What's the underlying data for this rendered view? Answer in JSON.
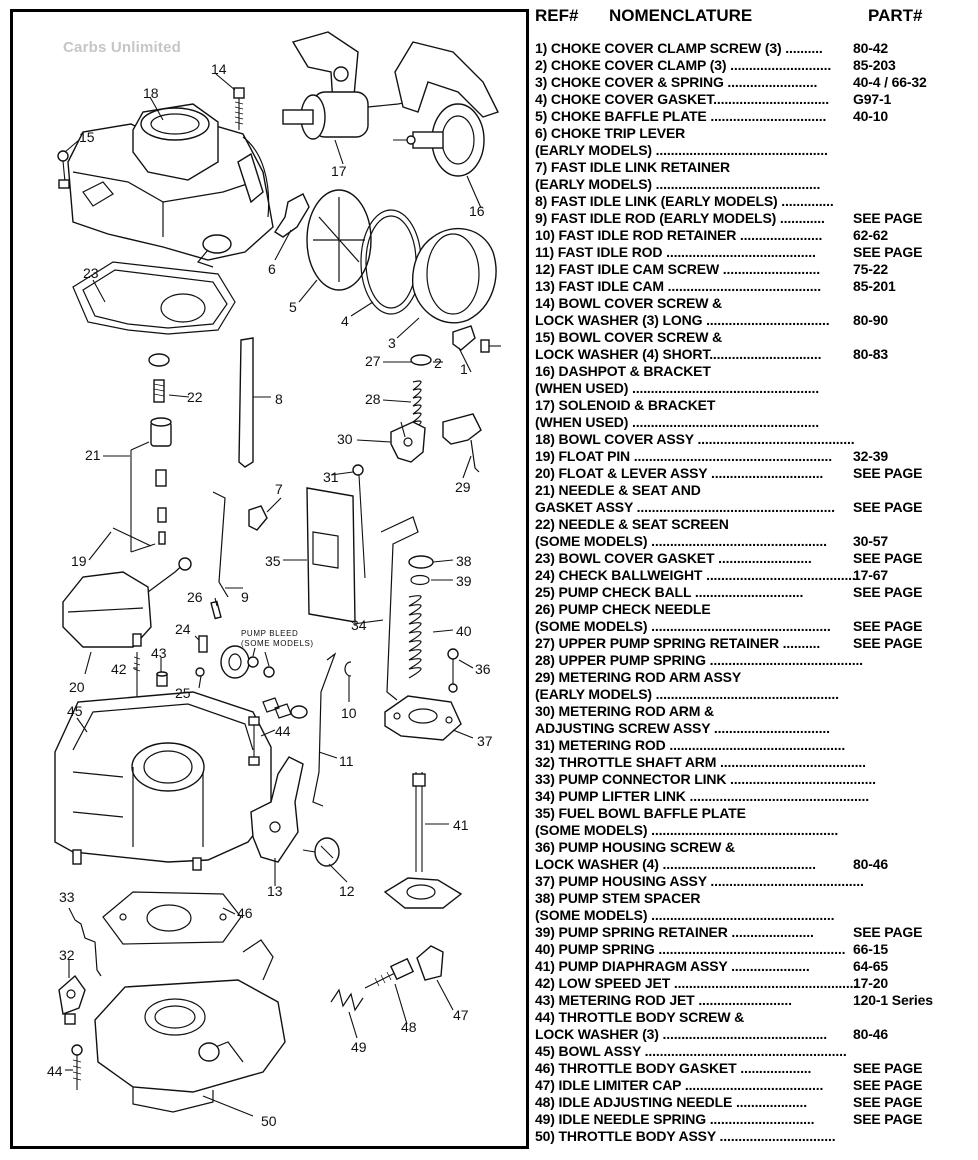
{
  "watermark": "Carbs Unlimited",
  "header": {
    "ref": "REF#",
    "nomenclature": "NOMENCLATURE",
    "part": "PART#"
  },
  "diagram": {
    "callouts": [
      "1",
      "2",
      "3",
      "4",
      "5",
      "6",
      "7",
      "8",
      "9",
      "10",
      "11",
      "12",
      "13",
      "14",
      "15",
      "16",
      "17",
      "18",
      "19",
      "20",
      "21",
      "22",
      "23",
      "24",
      "25",
      "26",
      "27",
      "28",
      "29",
      "30",
      "31",
      "32",
      "33",
      "34",
      "35",
      "36",
      "37",
      "38",
      "39",
      "40",
      "41",
      "42",
      "43",
      "44",
      "45",
      "46",
      "47",
      "48",
      "49",
      "50",
      "44"
    ],
    "pump_bleed_line1": "PUMP BLEED",
    "pump_bleed_line2": "(SOME MODELS)"
  },
  "rows": [
    {
      "text": "1) CHOKE COVER CLAMP SCREW (3) ..........",
      "part": "80-42"
    },
    {
      "text": "2) CHOKE COVER CLAMP (3) ...........................",
      "part": "85-203"
    },
    {
      "text": "3) CHOKE COVER & SPRING ........................",
      "part": "40-4 / 66-32"
    },
    {
      "text": "4) CHOKE COVER GASKET...............................",
      "part": "G97-1"
    },
    {
      "text": "5) CHOKE BAFFLE PLATE ...............................",
      "part": "40-10"
    },
    {
      "text": "6) CHOKE TRIP LEVER",
      "part": ""
    },
    {
      "text": "(EARLY MODELS) ..............................................",
      "part": ""
    },
    {
      "text": "7) FAST IDLE LINK RETAINER",
      "part": ""
    },
    {
      "text": " (EARLY MODELS) ............................................",
      "part": ""
    },
    {
      "text": "8) FAST IDLE LINK (EARLY MODELS) ..............",
      "part": ""
    },
    {
      "text": "9) FAST IDLE ROD (EARLY MODELS) ............",
      "part": "SEE PAGE"
    },
    {
      "text": "10) FAST IDLE ROD RETAINER ......................",
      "part": "62-62"
    },
    {
      "text": "11) FAST IDLE ROD ........................................",
      "part": "SEE PAGE"
    },
    {
      "text": "12) FAST IDLE CAM SCREW ..........................",
      "part": "75-22"
    },
    {
      "text": "13) FAST IDLE CAM .........................................",
      "part": "85-201"
    },
    {
      "text": "14) BOWL COVER SCREW &",
      "part": ""
    },
    {
      "text": "LOCK WASHER (3) LONG .................................",
      "part": "80-90"
    },
    {
      "text": "15) BOWL COVER SCREW &",
      "part": ""
    },
    {
      "text": "LOCK WASHER (4) SHORT..............................",
      "part": "80-83"
    },
    {
      "text": "16) DASHPOT & BRACKET",
      "part": ""
    },
    {
      "text": "(WHEN USED) ..................................................",
      "part": ""
    },
    {
      "text": "17) SOLENOID & BRACKET",
      "part": ""
    },
    {
      "text": "(WHEN USED) ..................................................",
      "part": ""
    },
    {
      "text": "18) BOWL COVER ASSY ..........................................",
      "part": ""
    },
    {
      "text": "19) FLOAT PIN .....................................................",
      "part": "32-39"
    },
    {
      "text": "20) FLOAT & LEVER ASSY ..............................",
      "part": "SEE PAGE"
    },
    {
      "text": "21) NEEDLE & SEAT AND",
      "part": ""
    },
    {
      "text": "GASKET ASSY .....................................................",
      "part": "SEE PAGE"
    },
    {
      "text": "22) NEEDLE & SEAT SCREEN",
      "part": ""
    },
    {
      "text": "(SOME MODELS) ...............................................",
      "part": "30-57"
    },
    {
      "text": "23) BOWL COVER GASKET .........................",
      "part": "SEE PAGE"
    },
    {
      "text": "24) CHECK BALLWEIGHT .........................................",
      "part": "17-67"
    },
    {
      "text": "25) PUMP CHECK BALL .............................",
      "part": "SEE PAGE"
    },
    {
      "text": "26) PUMP CHECK NEEDLE",
      "part": ""
    },
    {
      "text": "(SOME MODELS) ................................................",
      "part": "SEE PAGE"
    },
    {
      "text": "27) UPPER PUMP SPRING RETAINER ..........",
      "part": "SEE PAGE"
    },
    {
      "text": "28) UPPER PUMP SPRING .........................................",
      "part": ""
    },
    {
      "text": "29) METERING ROD ARM ASSY",
      "part": ""
    },
    {
      "text": "(EARLY MODELS) .................................................",
      "part": ""
    },
    {
      "text": "30) METERING ROD ARM &",
      "part": ""
    },
    {
      "text": "ADJUSTING SCREW ASSY ...............................",
      "part": ""
    },
    {
      "text": "31) METERING ROD ...............................................",
      "part": ""
    },
    {
      "text": "32) THROTTLE SHAFT ARM .......................................",
      "part": ""
    },
    {
      "text": "33) PUMP CONNECTOR LINK .......................................",
      "part": ""
    },
    {
      "text": "34) PUMP LIFTER LINK ................................................",
      "part": ""
    },
    {
      "text": "35) FUEL BOWL BAFFLE PLATE",
      "part": ""
    },
    {
      "text": "(SOME MODELS) ..................................................",
      "part": ""
    },
    {
      "text": "36) PUMP HOUSING SCREW &",
      "part": ""
    },
    {
      "text": "LOCK WASHER (4) .........................................",
      "part": "80-46"
    },
    {
      "text": "37) PUMP HOUSING ASSY .........................................",
      "part": ""
    },
    {
      "text": "38) PUMP STEM SPACER",
      "part": ""
    },
    {
      "text": "(SOME MODELS) .................................................",
      "part": ""
    },
    {
      "text": "39) PUMP SPRING RETAINER ......................",
      "part": "SEE PAGE"
    },
    {
      "text": "40) PUMP SPRING ..................................................",
      "part": "66-15"
    },
    {
      "text": "41) PUMP DIAPHRAGM ASSY .....................",
      "part": "64-65"
    },
    {
      "text": "42) LOW SPEED JET .................................................",
      "part": "17-20"
    },
    {
      "text": "43) METERING ROD JET .........................",
      "part": "120-1 Series"
    },
    {
      "text": "44) THROTTLE BODY SCREW &",
      "part": ""
    },
    {
      "text": "LOCK WASHER (3) ............................................",
      "part": "80-46"
    },
    {
      "text": "45) BOWL ASSY ......................................................",
      "part": ""
    },
    {
      "text": "46) THROTTLE BODY GASKET ...................",
      "part": "SEE PAGE"
    },
    {
      "text": "47) IDLE LIMITER CAP .....................................",
      "part": "SEE PAGE"
    },
    {
      "text": "48) IDLE ADJUSTING NEEDLE ...................",
      "part": "SEE PAGE"
    },
    {
      "text": "49) IDLE NEEDLE SPRING ............................",
      "part": "SEE PAGE"
    },
    {
      "text": "50) THROTTLE BODY ASSY ...............................",
      "part": ""
    }
  ]
}
